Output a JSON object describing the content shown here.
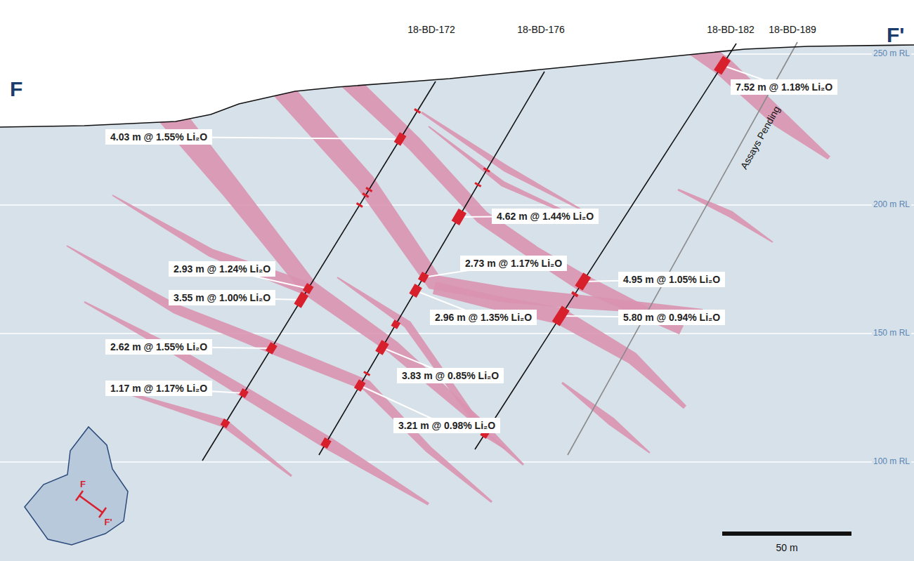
{
  "diagram": {
    "nodes": [
      {
        "text": [
          "7.52 m @ 1.18% Li₂O"
        ]
      },
      {
        "text": [
          "4.03 m @ 1.55% Li₂O"
        ]
      },
      {
        "text": [
          "4.62 m @ 1.44% Li₂O"
        ]
      },
      {
        "text": [
          "2.73 m @ 1.17% Li₂O"
        ]
      },
      {
        "text": [
          "2.93 m @ 1.24% Li₂O"
        ]
      },
      {
        "text": [
          "4.95 m @ 1.05% Li₂O"
        ]
      },
      {
        "text": [
          "3.55 m @ 1.00% Li₂O"
        ]
      },
      {
        "text": [
          "2.96 m @ 1.35% Li₂O"
        ]
      },
      {
        "text": [
          "5.80 m @ 0.94% Li₂O"
        ]
      },
      {
        "text": [
          "2.62 m @ 1.55% Li₂O"
        ]
      },
      {
        "text": [
          "3.83 m @ 0.85% Li₂O"
        ]
      },
      {
        "text": [
          "1.17 m @ 1.17% Li₂O"
        ]
      },
      {
        "text": [
          "3.21 m @ 0.98% Li₂O"
        ]
      }
    ],
    "labels": [
      "F",
      "F'",
      "18-BD-172",
      "18-BD-176",
      "18-BD-182",
      "18-BD-189",
      "Assays Pending",
      "250 m RL",
      "200 m RL",
      "150 m RL",
      "100 m RL",
      "50 m",
      "F",
      "F'"
    ]
  }
}
